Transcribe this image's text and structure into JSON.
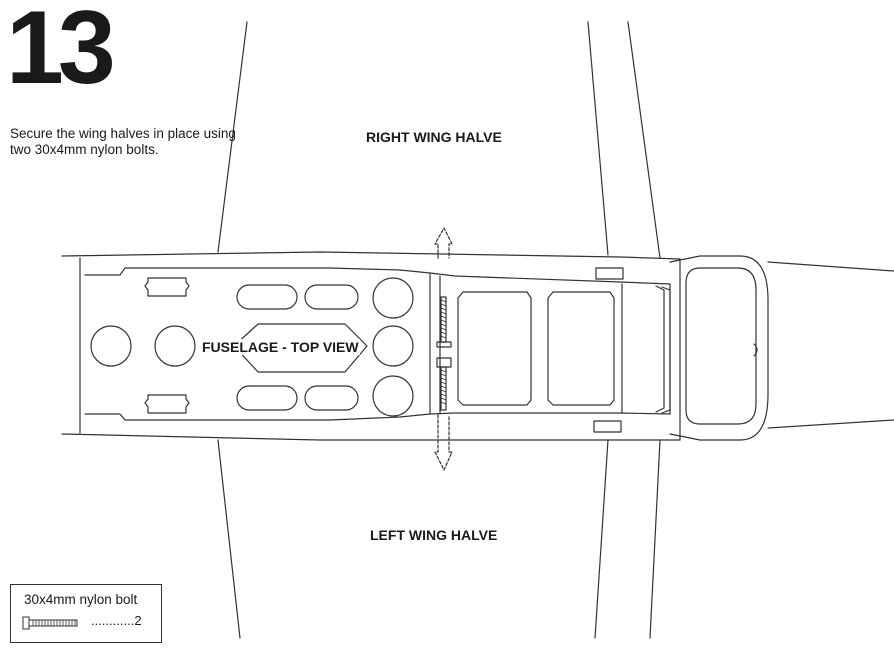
{
  "step": {
    "number": "13"
  },
  "instruction": {
    "text": "Secure the wing halves in place using two 30x4mm nylon bolts."
  },
  "labels": {
    "right_wing": "RIGHT WING HALVE",
    "left_wing": "LEFT WING HALVE",
    "fuselage": "FUSELAGE - TOP VIEW"
  },
  "parts": {
    "name": "30x4mm nylon bolt",
    "quantity": "............2",
    "icon": "nylon-bolt-icon"
  },
  "colors": {
    "line": "#333333",
    "text": "#1a1a1a",
    "background": "#ffffff"
  }
}
